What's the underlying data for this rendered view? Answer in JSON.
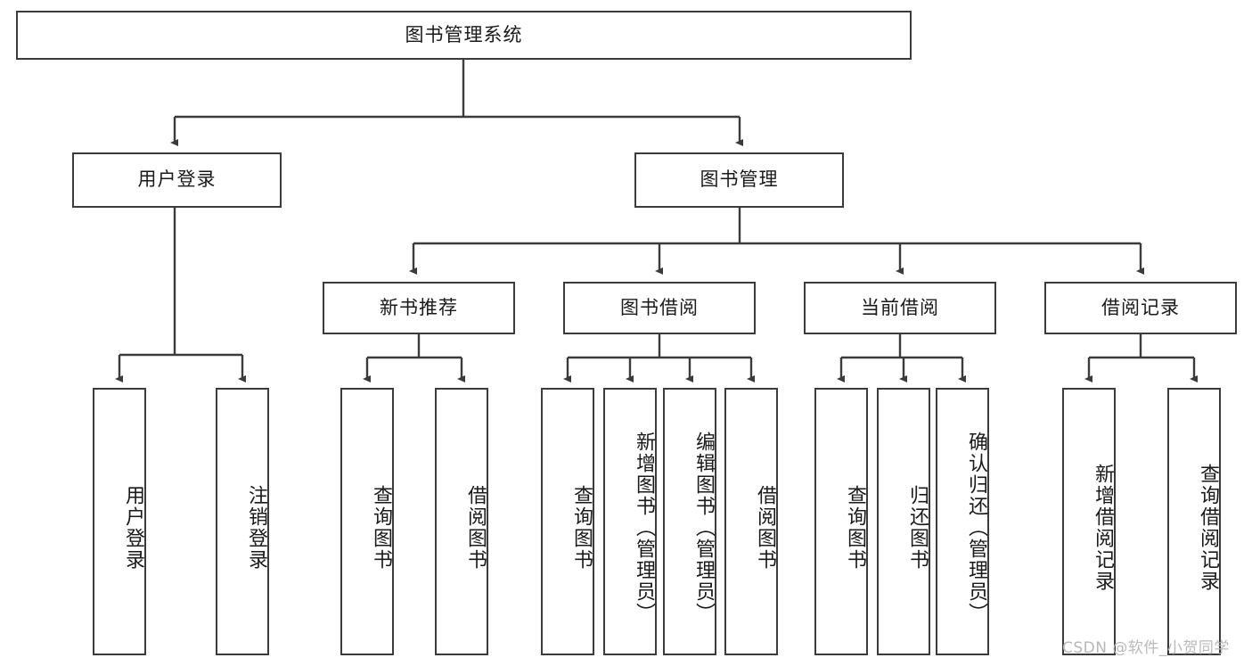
{
  "diagram": {
    "title": "图书管理系统",
    "watermark": "CSDN @软件_小贺同学",
    "line_color": "#3b3b3b",
    "box_fill": "#ffffff",
    "text_color": "#1a1a1a",
    "watermark_color": "#b9b9b9"
  },
  "nodes": {
    "root": {
      "label": "图书管理系统"
    },
    "level2": [
      {
        "label": "用户登录"
      },
      {
        "label": "图书管理"
      }
    ],
    "level3": [
      {
        "label": "新书推荐"
      },
      {
        "label": "图书借阅"
      },
      {
        "label": "当前借阅"
      },
      {
        "label": "借阅记录"
      }
    ],
    "leaves_user_login": [
      {
        "label": "用户登录"
      },
      {
        "label": "注销登录"
      }
    ],
    "leaves_new_book": [
      {
        "label": "查询图书"
      },
      {
        "label": "借阅图书"
      }
    ],
    "leaves_borrow": [
      {
        "label": "查询图书"
      },
      {
        "label": "新增图书（管理员）"
      },
      {
        "label": "编辑图书（管理员）"
      },
      {
        "label": "借阅图书"
      }
    ],
    "leaves_current": [
      {
        "label": "查询图书"
      },
      {
        "label": "归还图书"
      },
      {
        "label": "确认归还（管理员）"
      }
    ],
    "leaves_records": [
      {
        "label": "新增借阅记录"
      },
      {
        "label": "查询借阅记录"
      }
    ]
  }
}
